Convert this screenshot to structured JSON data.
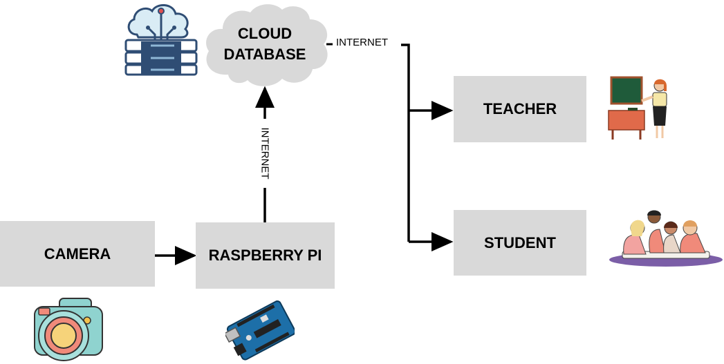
{
  "nodes": {
    "camera": "CAMERA",
    "raspberry": "RASPBERRY PI",
    "cloud_line1": "CLOUD",
    "cloud_line2": "DATABASE",
    "teacher": "TEACHER",
    "student": "STUDENT"
  },
  "edges": {
    "pi_to_cloud_label": "INTERNET",
    "cloud_to_users_label": "INTERNET"
  },
  "colors": {
    "box_fill": "#d9d9d9",
    "line": "#000000",
    "icon_blue": "#2f4d74",
    "teal": "#8fd3cf"
  },
  "icons": [
    "cloud-server-icon",
    "camera-icon",
    "arduino-board-icon",
    "teacher-icon",
    "students-icon"
  ]
}
